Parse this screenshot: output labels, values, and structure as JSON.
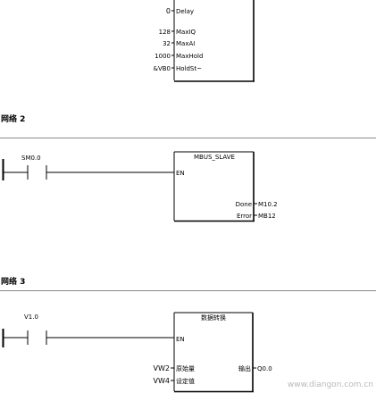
{
  "block_top": {
    "pins": [
      {
        "value": "0",
        "name": "Delay"
      },
      {
        "value": "128",
        "name": "MaxIQ"
      },
      {
        "value": "32",
        "name": "MaxAI"
      },
      {
        "value": "1000",
        "name": "MaxHold"
      },
      {
        "value": "&VB0",
        "name": "HoldSt~"
      }
    ]
  },
  "network2": {
    "title": "网络 2",
    "contact": "SM0.0",
    "block_title": "MBUS_SLAVE",
    "en": "EN",
    "done_pin": "Done",
    "done_value": "M10.2",
    "error_pin": "Error",
    "error_value": "MB12"
  },
  "network3": {
    "title": "网络 3",
    "contact": "V1.0",
    "block_title": "数据转换",
    "en": "EN",
    "in1_value": "VW2",
    "in1_pin": "原始量",
    "out_pin": "输出",
    "out_value": "Q0.0",
    "in2_value": "VW4",
    "in2_pin": "设定值"
  },
  "watermark": "www.diangon.com.cn"
}
